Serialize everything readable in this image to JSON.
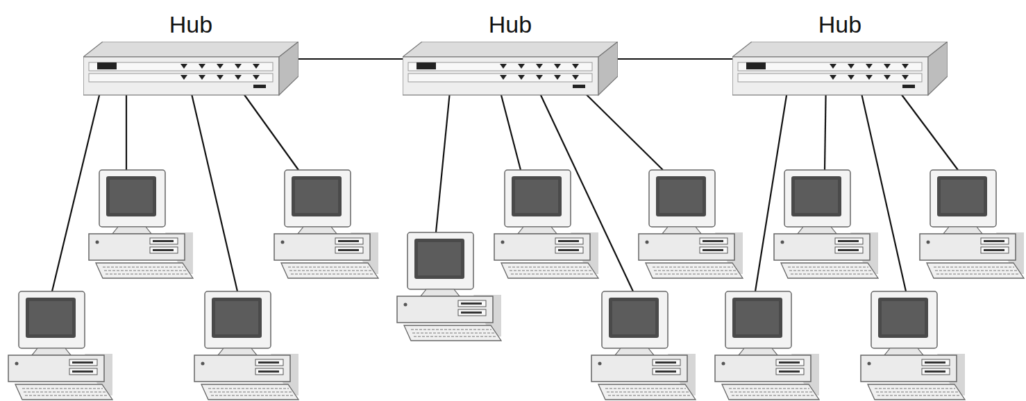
{
  "diagram": {
    "nodes": [
      {
        "text": [
          "Hub"
        ]
      },
      {
        "text": [
          "Hub"
        ]
      },
      {
        "text": [
          "Hub"
        ]
      }
    ],
    "edges": [
      {
        "from": 0,
        "to": 1,
        "arrow": "none"
      },
      {
        "from": 1,
        "to": 2,
        "arrow": "none"
      }
    ]
  }
}
